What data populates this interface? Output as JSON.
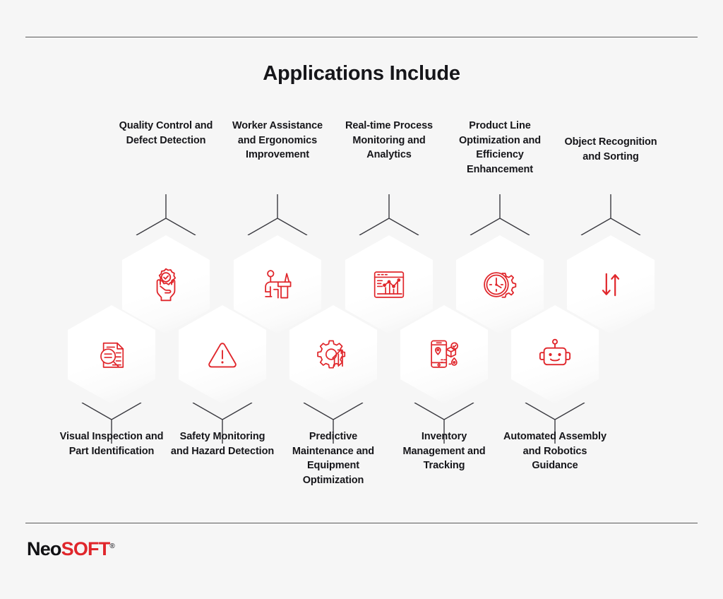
{
  "page": {
    "title": "Applications Include",
    "background_color": "#f6f6f6",
    "accent_color": "#e0262b",
    "text_color": "#16161a",
    "rule_color": "#5a5a5a"
  },
  "logo": {
    "part1": "Neo",
    "part2": "SOFT",
    "registered_mark": "®"
  },
  "top_row": [
    {
      "label": "Quality Control and Defect Detection",
      "icon": "hands-holding-quality-badge-icon"
    },
    {
      "label": "Worker Assistance and Ergonomics Improvement",
      "icon": "person-at-desk-workstation-icon"
    },
    {
      "label": "Real-time Process Monitoring and Analytics",
      "icon": "analytics-dashboard-chart-icon"
    },
    {
      "label": "Product Line Optimization and Efficiency Enhancement",
      "icon": "clock-gear-efficiency-icon"
    },
    {
      "label": "Object Recognition and Sorting",
      "icon": "up-down-sort-arrows-icon"
    }
  ],
  "bottom_row": [
    {
      "label": "Visual Inspection and Part Identification",
      "icon": "magnifier-document-inspection-icon"
    },
    {
      "label": "Safety Monitoring and Hazard Detection",
      "icon": "warning-triangle-hazard-icon"
    },
    {
      "label": "Predictive Maintenance and Equipment Optimization",
      "icon": "gear-bar-chart-maintenance-icon"
    },
    {
      "label": "Inventory Management and Tracking",
      "icon": "mobile-package-tracking-icon"
    },
    {
      "label": "Automated Assembly and Robotics Guidance",
      "icon": "robot-head-icon"
    }
  ]
}
